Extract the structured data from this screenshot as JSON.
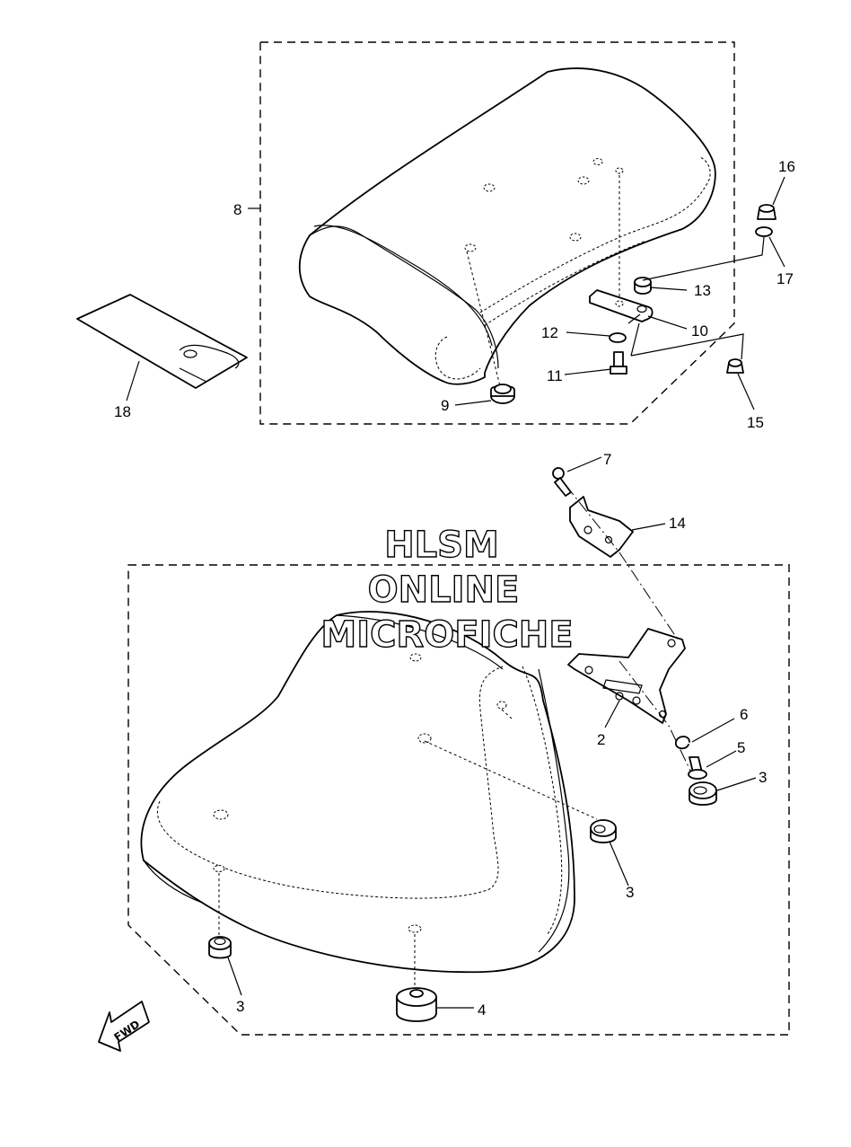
{
  "diagram": {
    "watermark": {
      "line1": "HLSM",
      "line2": "ONLINE",
      "line3": "MICROFICHE"
    },
    "direction_badge": "FWD",
    "callouts": {
      "c2": "2",
      "c3a": "3",
      "c3b": "3",
      "c3c": "3",
      "c4": "4",
      "c5": "5",
      "c6": "6",
      "c7": "7",
      "c8": "8",
      "c9": "9",
      "c10": "10",
      "c11": "11",
      "c12": "12",
      "c13": "13",
      "c14": "14",
      "c15": "15",
      "c16": "16",
      "c17": "17",
      "c18": "18"
    }
  }
}
